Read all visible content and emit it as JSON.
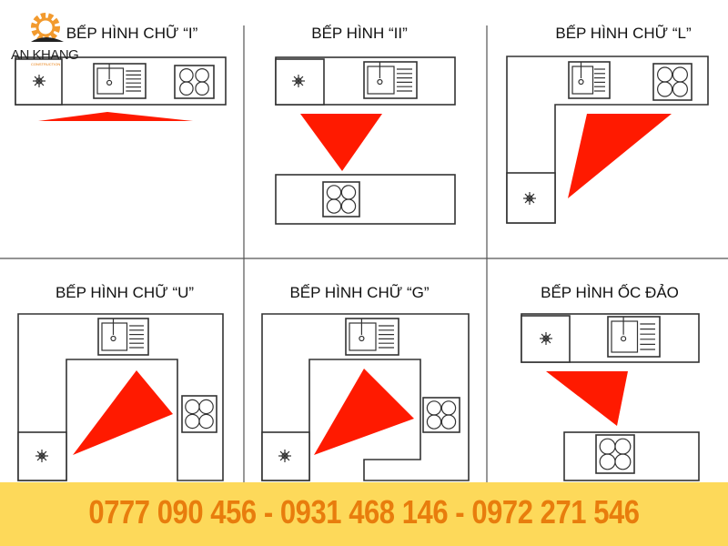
{
  "logo": {
    "brand": "AN KHANG",
    "sub": "CONSTRUCTION",
    "gear_color": "#f29a2e"
  },
  "panels": [
    {
      "title": "BẾP HÌNH CHỮ “I”"
    },
    {
      "title": "BẾP HÌNH  “II”"
    },
    {
      "title": "BẾP HÌNH  CHỮ “L”"
    },
    {
      "title": "BẾP HÌNH  CHỮ “U”"
    },
    {
      "title": "BẾP HÌNH  CHỮ “G”"
    },
    {
      "title": "BẾP HÌNH  ỐC ĐẢO"
    }
  ],
  "banner": {
    "phones": "0777 090 456 - 0931 468 146 - 0972 271 546",
    "background": "#fdd95a",
    "text_color": "#e87d0d"
  },
  "colors": {
    "work_triangle": "#ff1a00"
  }
}
